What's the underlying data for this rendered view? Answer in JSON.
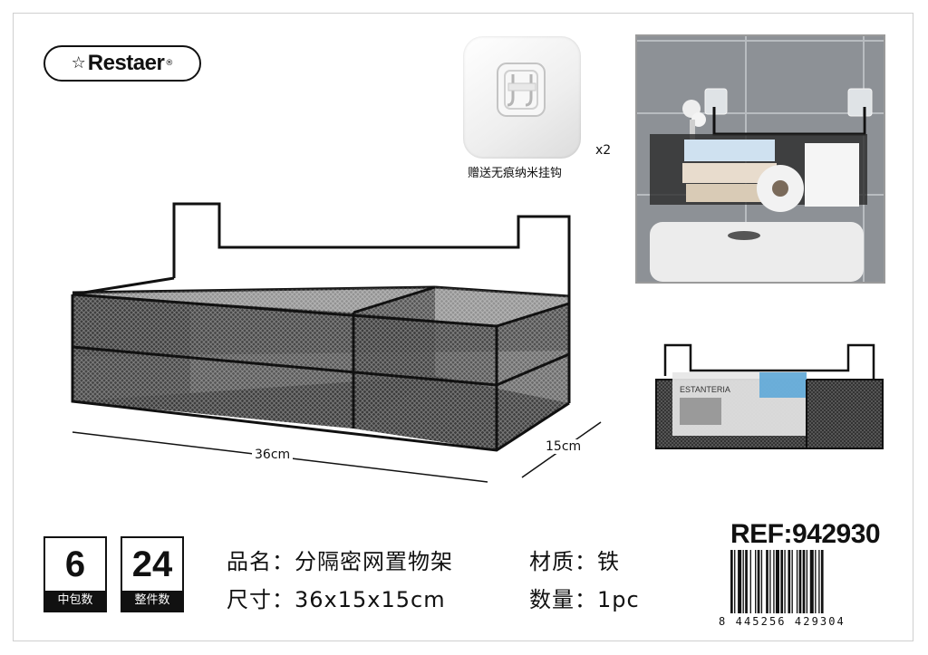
{
  "brand": {
    "name": "Restaer",
    "star": "☆",
    "registered": "®"
  },
  "hook": {
    "caption": "赠送无痕纳米挂钩",
    "quantity": "x2"
  },
  "dimensions": {
    "length": "36cm",
    "depth": "15cm"
  },
  "counts": [
    {
      "value": "6",
      "label": "中包数"
    },
    {
      "value": "24",
      "label": "整件数"
    }
  ],
  "specs": {
    "name": "品名：分隔密网置物架",
    "size": "尺寸：36x15x15cm",
    "material": "材质：铁",
    "quantity": "数量：1pc"
  },
  "ref": "REF:942930",
  "barcode": "8 445256 429304",
  "package_label": "ESTANTERIA",
  "colors": {
    "ink": "#111111",
    "wall": "#8d9196",
    "tile_line": "#b8bcc0"
  }
}
